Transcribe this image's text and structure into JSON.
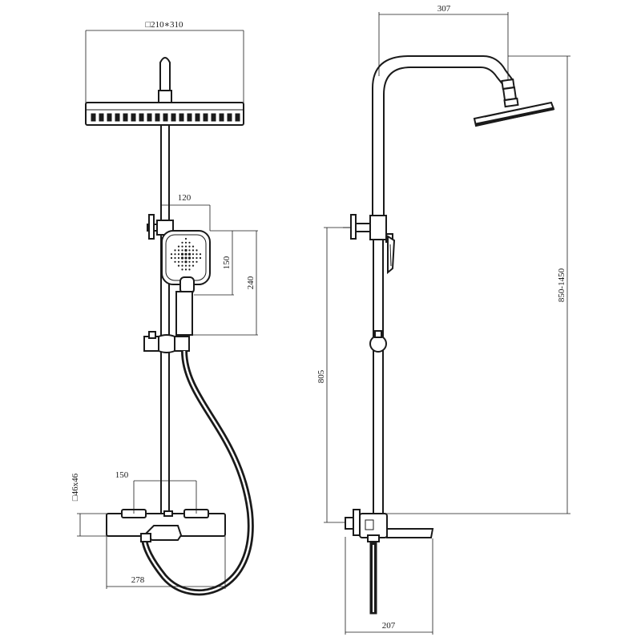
{
  "front_view": {
    "head_size": "□210∗310",
    "hand_shower_width": "120",
    "hand_shower_head_height": "150",
    "hand_shower_length": "240",
    "valve_spacing": "150",
    "bar_section": "□46x46",
    "mixer_width": "278"
  },
  "side_view": {
    "arm_reach": "307",
    "height_range": "850-1450",
    "outlet_height": "805",
    "base_depth": "207"
  },
  "colors": {
    "line": "#1a1a1a",
    "background": "#ffffff"
  }
}
